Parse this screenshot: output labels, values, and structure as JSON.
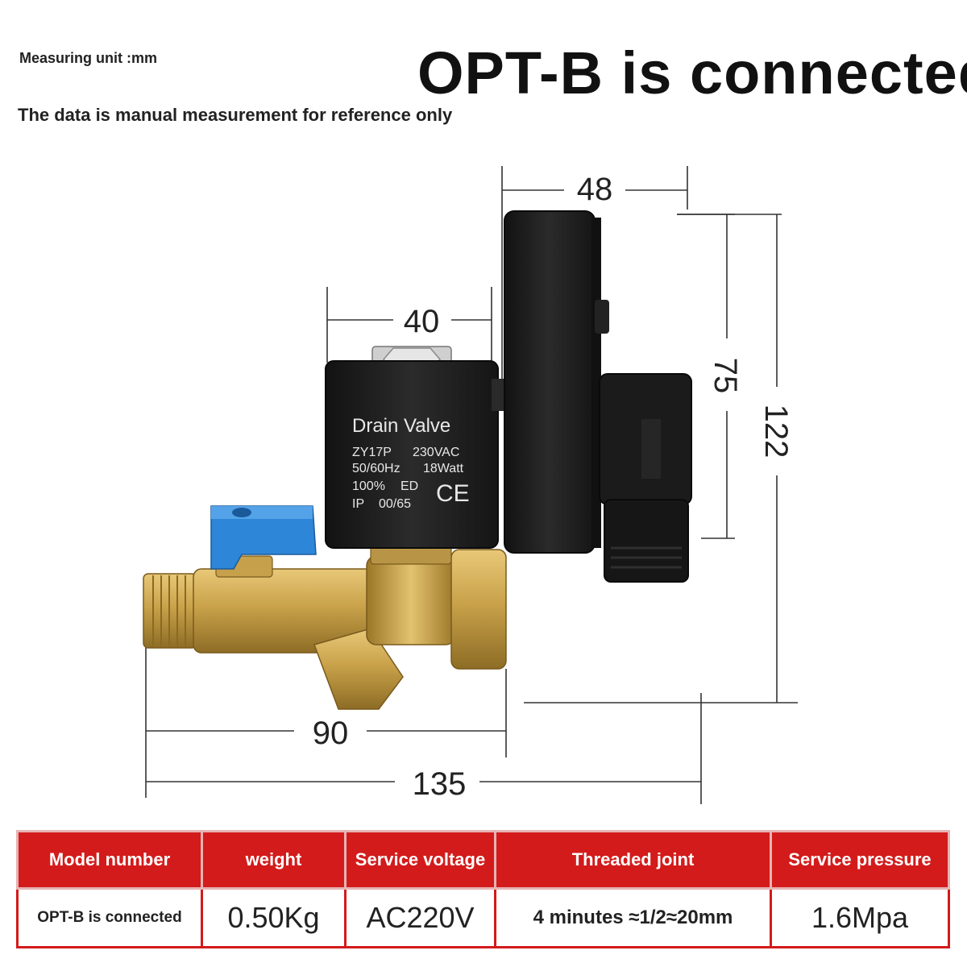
{
  "header": {
    "unit_note": "Measuring unit :mm",
    "reference_note": "The data is manual measurement for reference only",
    "title": "OPT-B is connected"
  },
  "dimensions": {
    "width_top": "48",
    "width_coil": "40",
    "height_timer": "75",
    "height_total": "122",
    "length_body": "90",
    "length_total": "135"
  },
  "valve_label": {
    "title": "Drain Valve",
    "model": "ZY17P",
    "voltage": "230VAC",
    "frequency": "50/60Hz",
    "power": "18Watt",
    "duty": "100%",
    "duty_unit": "ED",
    "ip": "IP",
    "ip_value": "00/65",
    "mark": "CE"
  },
  "spec_table": {
    "headers": [
      "Model number",
      "weight",
      "Service voltage",
      "Threaded joint",
      "Service pressure"
    ],
    "row": [
      "OPT-B is connected",
      "0.50Kg",
      "AC220V",
      "4 minutes ≈1/2≈20mm",
      "1.6Mpa"
    ]
  },
  "colors": {
    "header_red": "#d31b1b",
    "brass": "#c9a24a",
    "valve_black": "#1e1e1e",
    "handle_blue": "#2e86d8"
  }
}
